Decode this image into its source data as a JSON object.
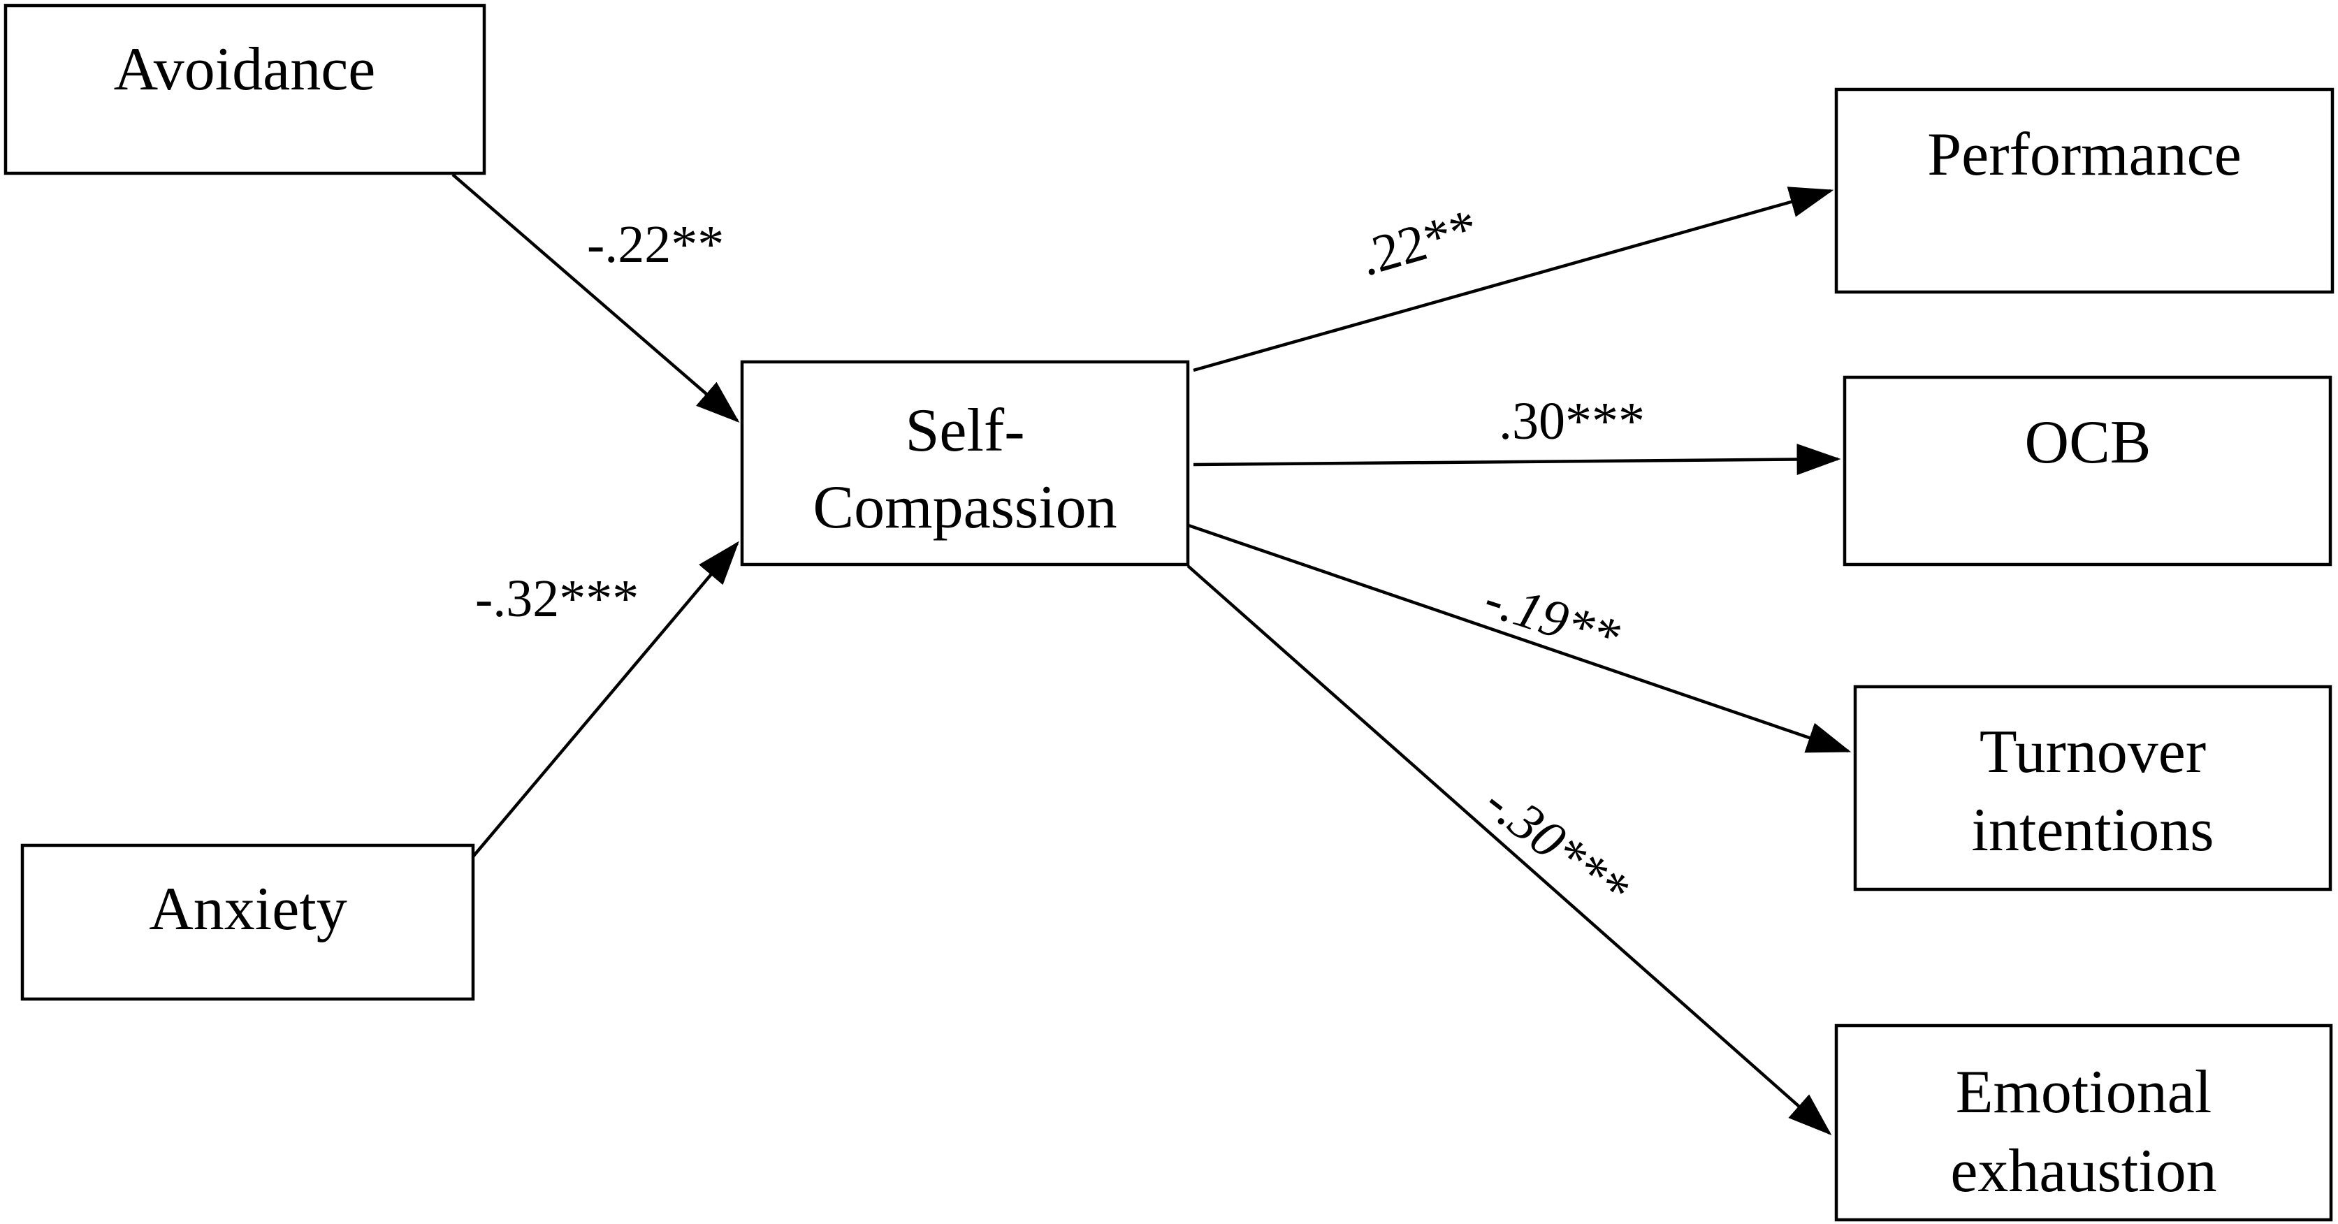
{
  "nodes": {
    "avoidance": {
      "lines": [
        "Avoidance"
      ]
    },
    "anxiety": {
      "lines": [
        "Anxiety"
      ]
    },
    "self_compassion": {
      "lines": [
        "Self-",
        "Compassion"
      ]
    },
    "performance": {
      "lines": [
        "Performance"
      ]
    },
    "ocb": {
      "lines": [
        "OCB"
      ]
    },
    "turnover": {
      "lines": [
        "Turnover",
        "intentions"
      ]
    },
    "exhaustion": {
      "lines": [
        "Emotional",
        "exhaustion"
      ]
    }
  },
  "edges": {
    "avoidance_to_sc": {
      "label": "-.22**"
    },
    "anxiety_to_sc": {
      "label": "-.32***"
    },
    "sc_to_performance": {
      "label": ".22**"
    },
    "sc_to_ocb": {
      "label": ".30***"
    },
    "sc_to_turnover": {
      "label": "-.19**"
    },
    "sc_to_exhaustion": {
      "label": "-.30***"
    }
  },
  "colors": {
    "stroke": "#000000",
    "background": "#ffffff"
  }
}
